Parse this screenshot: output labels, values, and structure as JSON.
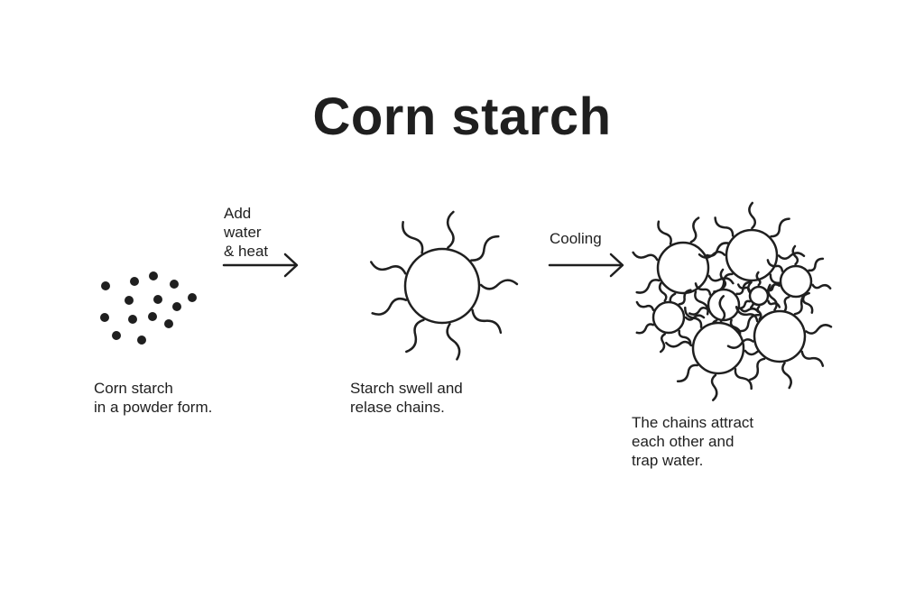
{
  "title": "Corn starch",
  "steps": [
    {
      "caption_lines": [
        "Corn starch",
        "in a powder form."
      ]
    },
    {
      "caption_lines": [
        "Starch swell and",
        "relase chains."
      ]
    },
    {
      "caption_lines": [
        "The chains attract",
        "each other and",
        "trap water."
      ]
    }
  ],
  "arrows": [
    {
      "label_lines": [
        "Add",
        "water",
        "& heat"
      ]
    },
    {
      "label_lines": [
        "Cooling"
      ]
    }
  ],
  "colors": {
    "ink": "#1f1f1f",
    "background": "#ffffff"
  }
}
